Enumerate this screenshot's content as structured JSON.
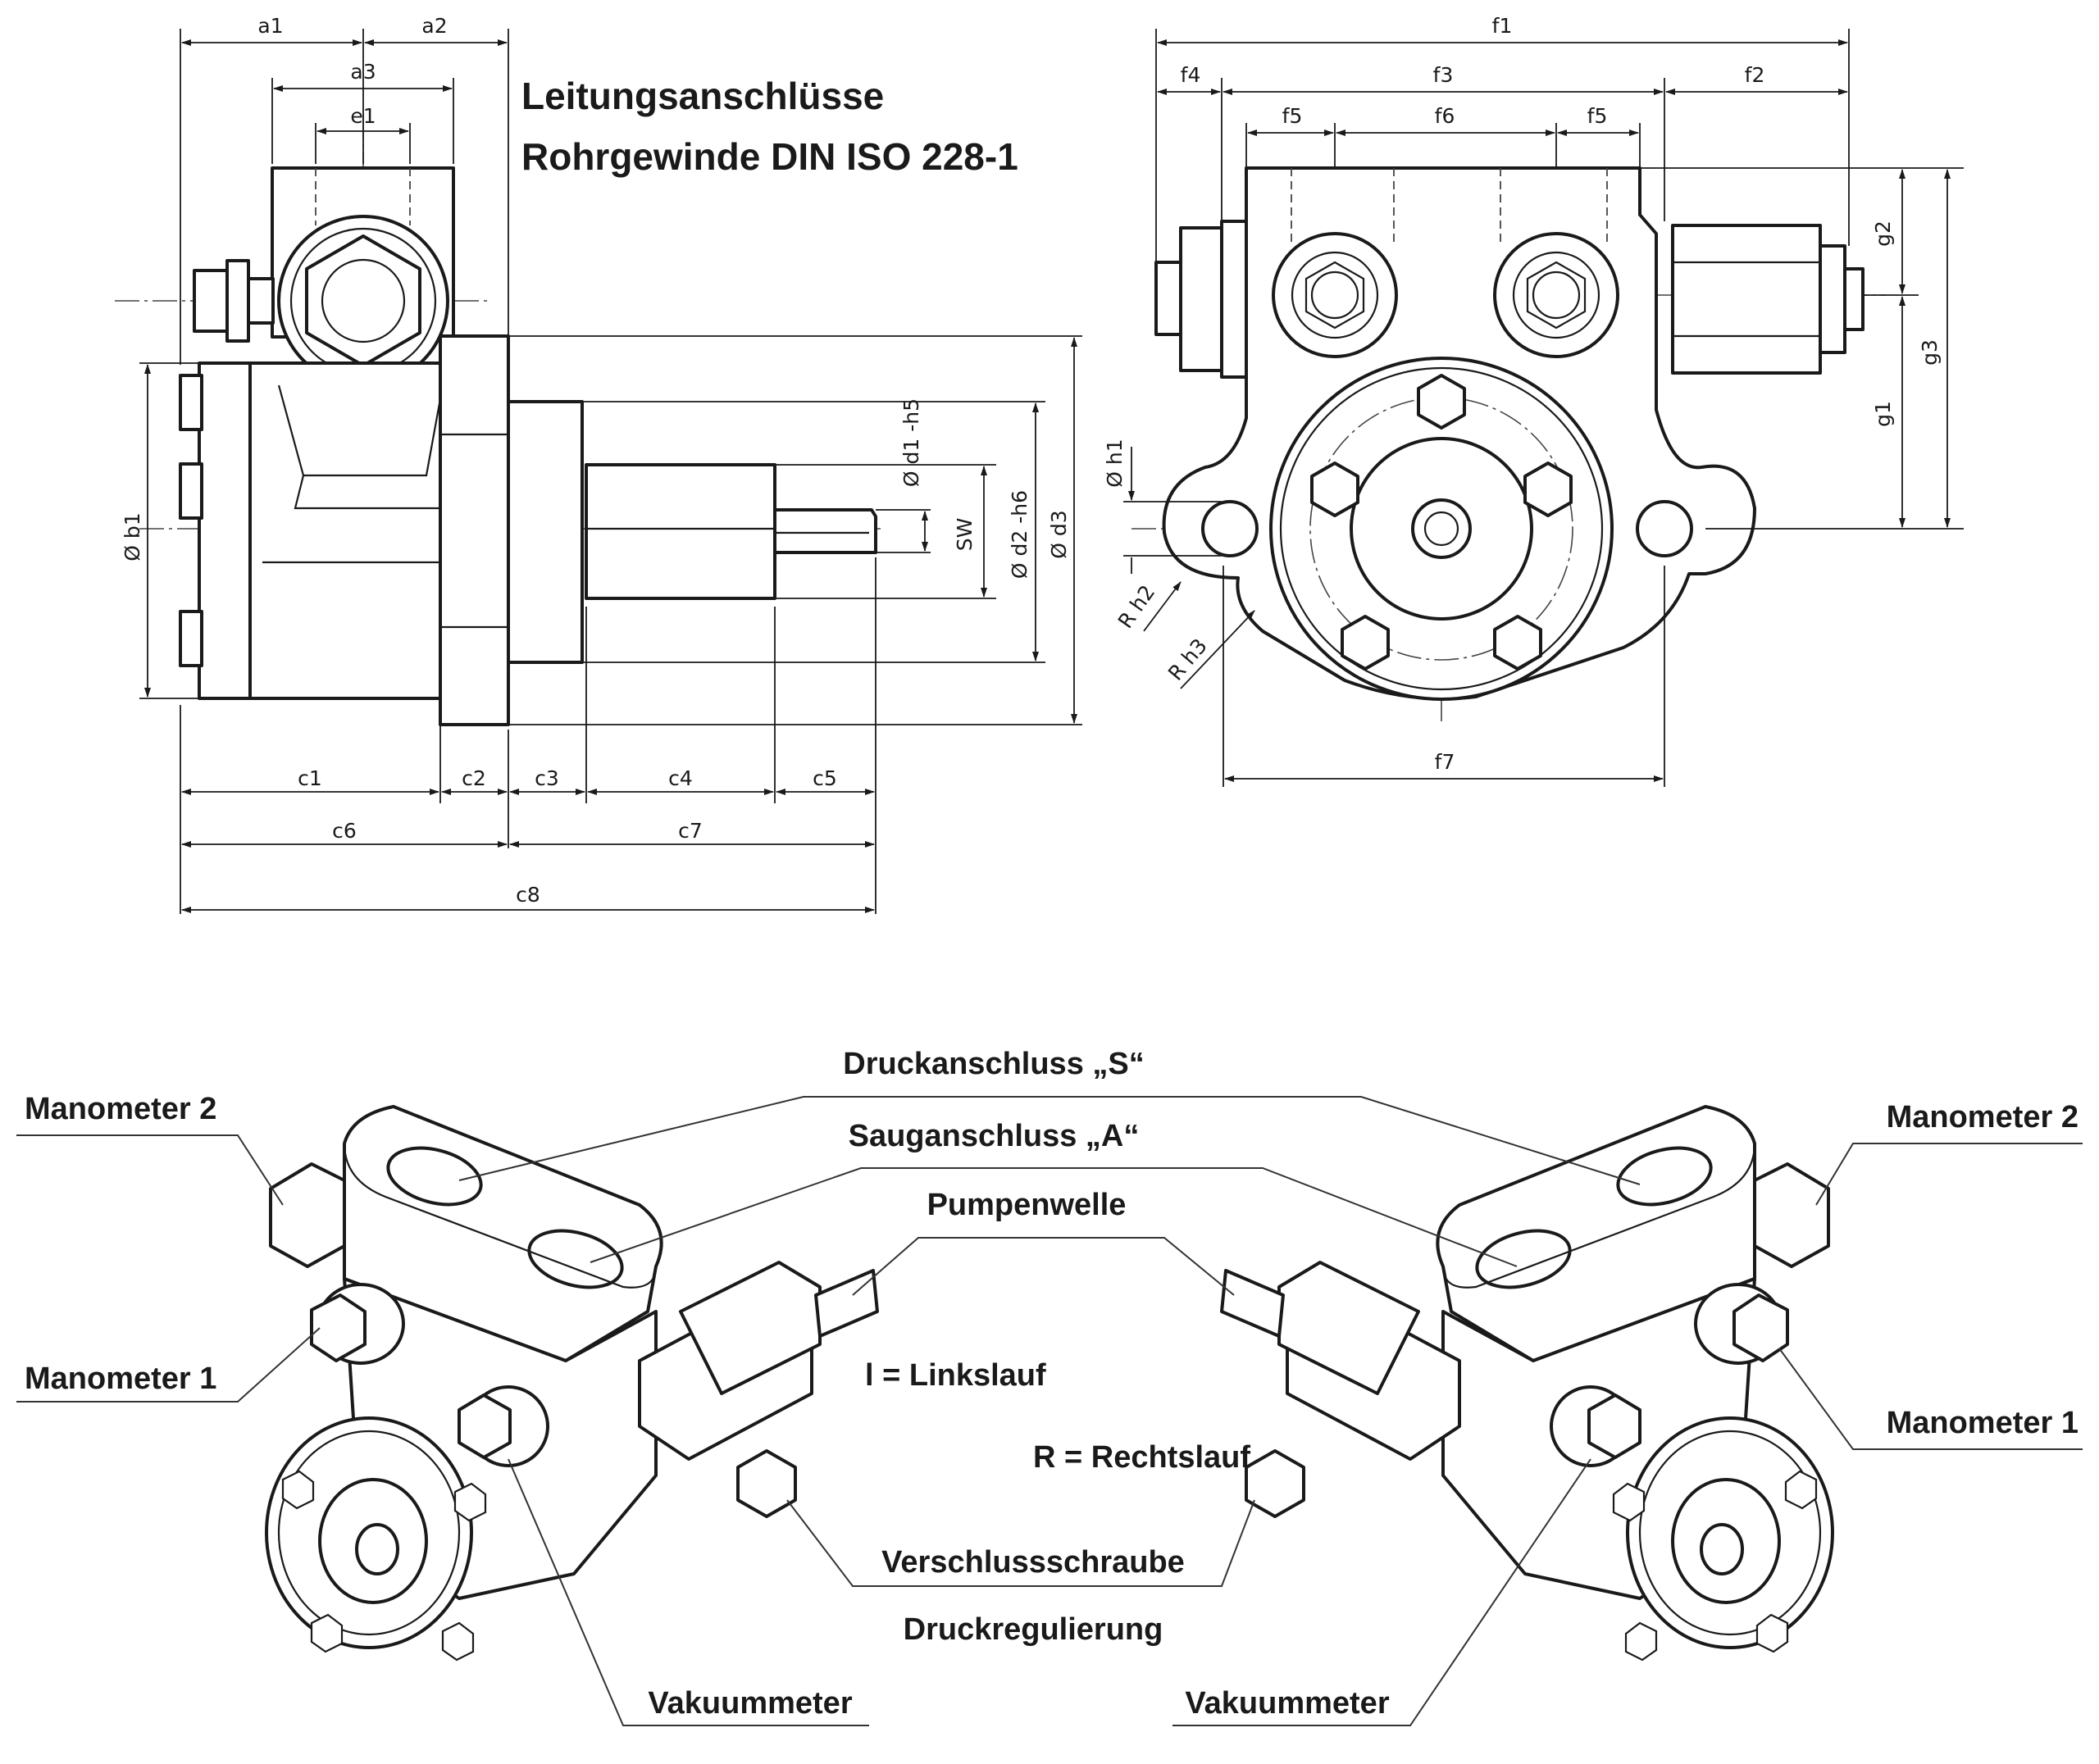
{
  "heading": {
    "line1": "Leitungsanschlüsse",
    "line2": "Rohrgewinde DIN ISO 228-1"
  },
  "side_view_dims": {
    "a1": "a1",
    "a2": "a2",
    "a3": "a3",
    "e1": "e1",
    "b1": "Ø b1",
    "d1": "Ø d1 -h5",
    "sw": "SW",
    "d2": "Ø d2 -h6",
    "d3": "Ø d3",
    "c1": "c1",
    "c2": "c2",
    "c3": "c3",
    "c4": "c4",
    "c5": "c5",
    "c6": "c6",
    "c7": "c7",
    "c8": "c8"
  },
  "front_view_dims": {
    "f1": "f1",
    "f2": "f2",
    "f3": "f3",
    "f4": "f4",
    "f5a": "f5",
    "f5b": "f5",
    "f6": "f6",
    "f7": "f7",
    "g1": "g1",
    "g2": "g2",
    "g3": "g3",
    "h1": "Ø h1",
    "h2": "R h2",
    "h3": "R h3"
  },
  "callouts": {
    "druckanschluss": "Druckanschluss „S“",
    "sauganschluss": "Sauganschluss „A“",
    "pumpenwelle": "Pumpenwelle",
    "linkslauf": "l = Linkslauf",
    "rechtslauf": "R = Rechtslauf",
    "verschlussschraube": "Verschlussschraube",
    "druckregulierung": "Druckregulierung",
    "vakuummeter_left": "Vakuummeter",
    "vakuummeter_right": "Vakuummeter",
    "manometer2_left": "Manometer 2",
    "manometer1_left": "Manometer 1",
    "manometer2_right": "Manometer 2",
    "manometer1_right": "Manometer 1"
  }
}
